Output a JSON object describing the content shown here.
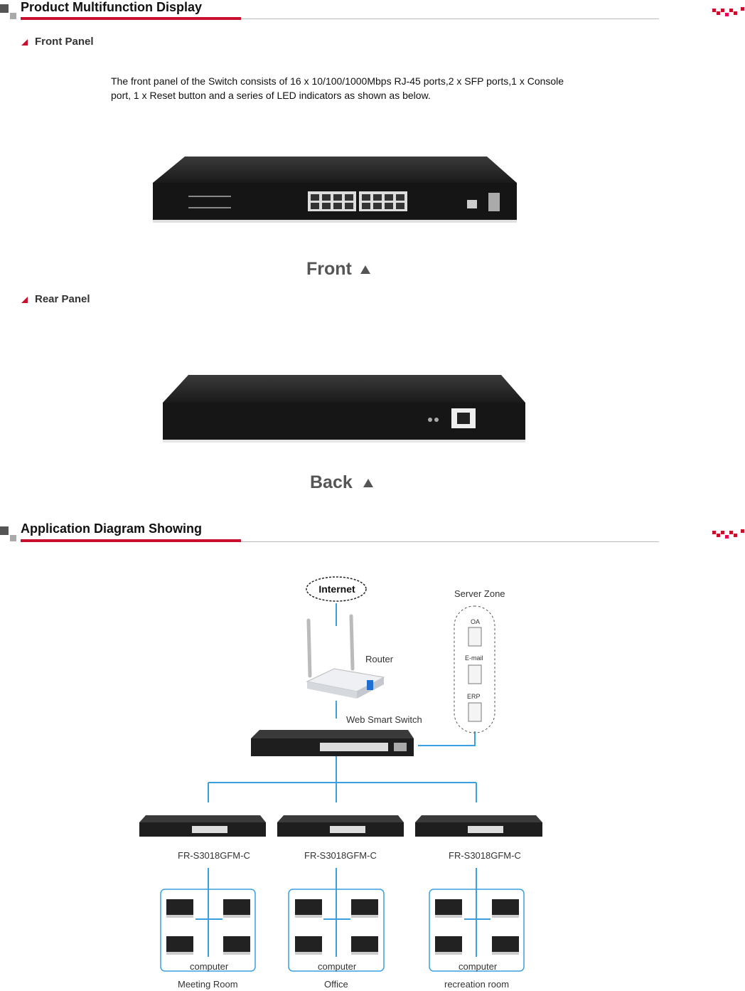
{
  "sections": {
    "product_title": "Product Multifunction Display",
    "app_title": "Application Diagram Showing"
  },
  "front_panel": {
    "title": "Front Panel",
    "description": "The front panel of the Switch consists of 16 x 10/100/1000Mbps RJ-45 ports,2 x SFP ports,1 x Console port, 1 x Reset button and a series of LED indicators as shown as below.",
    "caption": "Front"
  },
  "rear_panel": {
    "title": "Rear Panel",
    "caption": "Back"
  },
  "diagram": {
    "internet": "Internet",
    "router": "Router",
    "server_zone": "Server Zone",
    "servers": [
      "OA",
      "E-mail",
      "ERP"
    ],
    "switch": "Web Smart Switch",
    "model": "FR-S3018GFM-C",
    "computer": "computer",
    "rooms": [
      "Meeting Room",
      "Office",
      "recreation room"
    ]
  },
  "colors": {
    "accent_red": "#c8102e",
    "line_blue": "#3aa0e0",
    "device_dark": "#1e1e1e"
  }
}
